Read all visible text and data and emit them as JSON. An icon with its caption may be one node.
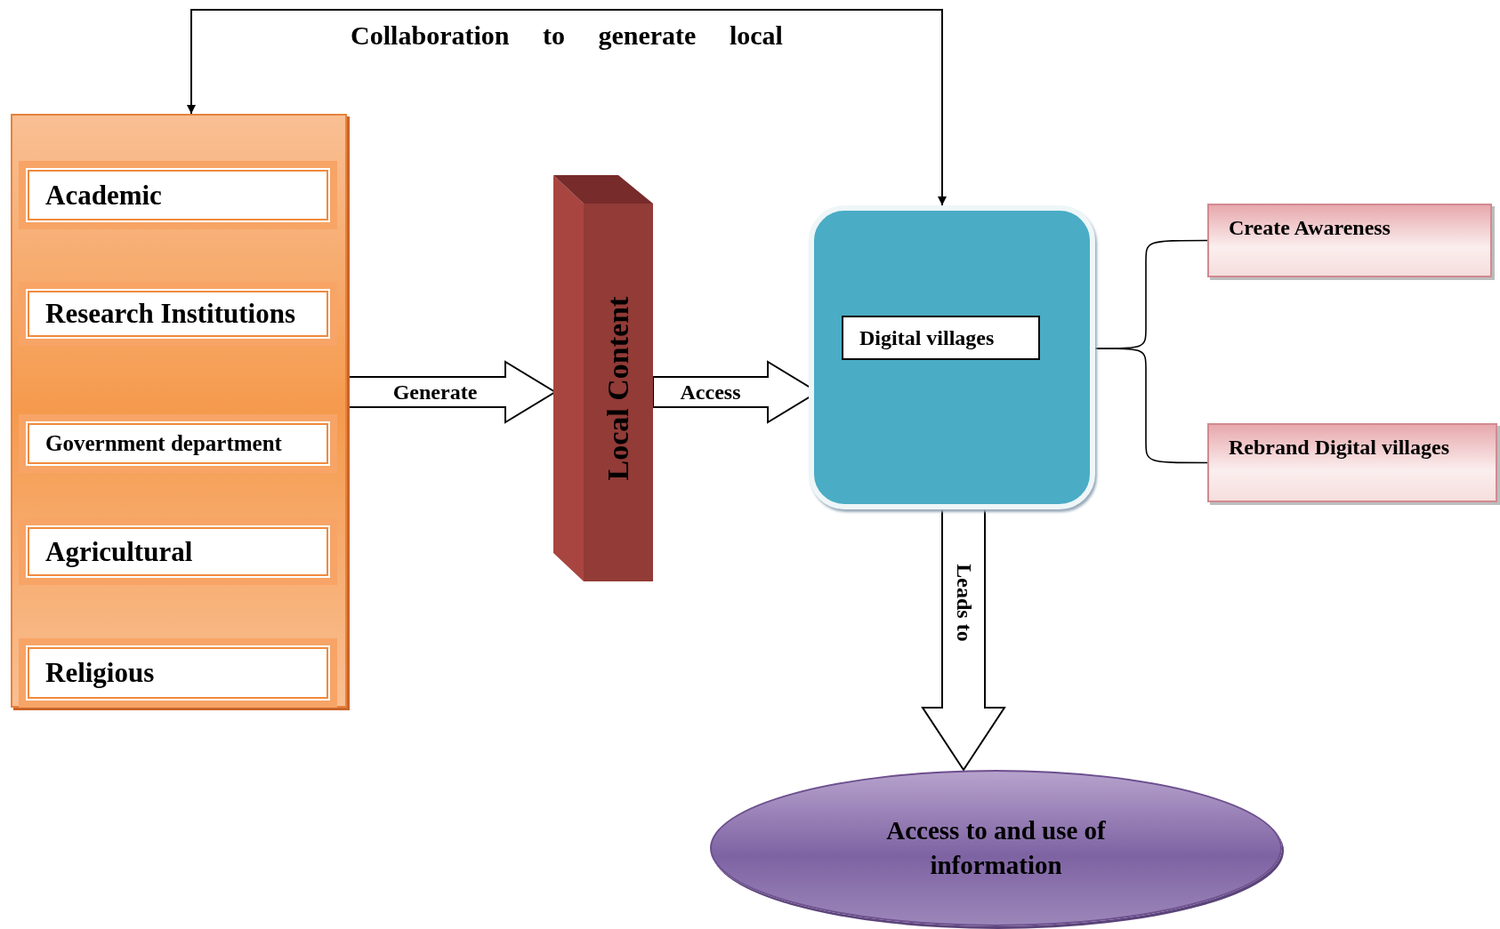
{
  "diagram": {
    "nodes": [
      {
        "text": [],
        "shape": "box"
      },
      {
        "text": [
          "Academic"
        ],
        "in": 0
      },
      {
        "text": [
          "Research Institutions"
        ],
        "in": 0
      },
      {
        "text": [
          "Government department"
        ],
        "in": 0
      },
      {
        "text": [
          "Agricultural"
        ],
        "in": 0
      },
      {
        "text": [
          "Religious"
        ],
        "in": 0
      },
      {
        "text": [
          "Local Content"
        ]
      },
      {
        "text": [],
        "shape": "box"
      },
      {
        "text": [
          "Digital villages"
        ],
        "in": 7
      },
      {
        "text": [
          "Create Awareness"
        ]
      },
      {
        "text": [
          "Rebrand Digital villages"
        ]
      },
      {
        "text": [
          "Access to and use of information"
        ]
      }
    ],
    "edges": [
      {
        "from": 0,
        "to": 7,
        "arrow": "both",
        "label": "Collaboration to generate local"
      },
      {
        "from": 0,
        "to": 6,
        "arrow": "to",
        "label": "Generate",
        "style": "thick"
      },
      {
        "from": 6,
        "to": 7,
        "arrow": "to",
        "label": "Access",
        "style": "thick"
      },
      {
        "from": 7,
        "to": 9,
        "arrow": "none"
      },
      {
        "from": 7,
        "to": 10,
        "arrow": "none"
      },
      {
        "from": 7,
        "to": 11,
        "arrow": "to",
        "label": "Leads to",
        "style": "thick"
      }
    ]
  }
}
